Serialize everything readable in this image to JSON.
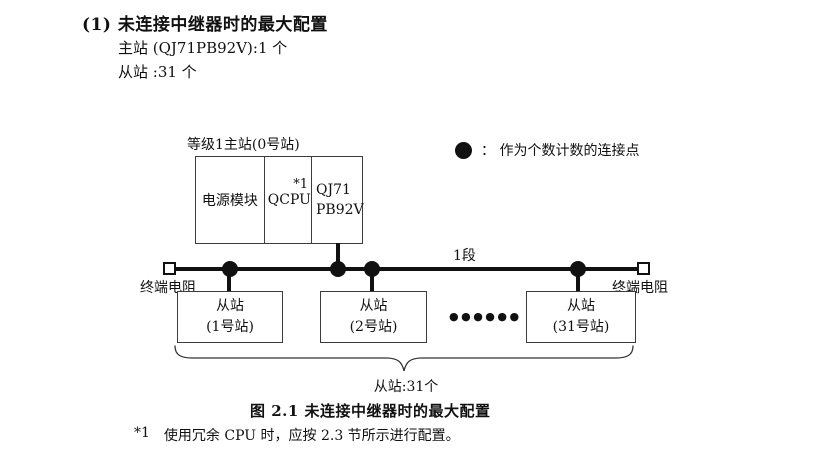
{
  "page": {
    "title": "(1) 未连接中继器时的最大配置",
    "master_count_line": "主站 (QJ71PB92V):1 个",
    "slave_count_line": "从站 :31 个",
    "caption": "图 2.1 未连接中继器时的最大配置",
    "footnote_marker": "*1",
    "footnote_text": "使用冗余 CPU 时，应按 2.3 节所示进行配置。"
  },
  "diagram": {
    "master_label": "等级1主站(0号站)",
    "master_module": {
      "power_supply": "电源模块",
      "cpu": "QCPU",
      "cpu_footnote_ref": "*1",
      "network_module_line1": "QJ71",
      "network_module_line2": "PB92V"
    },
    "legend": {
      "dot_icon": "connection-point-dot",
      "dot_color": "#111111",
      "text": "：  作为个数计数的连接点"
    },
    "segment_label": "1段",
    "left_terminator_label": "终端电阻",
    "right_terminator_label": "终端电阻",
    "slaves": [
      {
        "name": "从站",
        "station": "(1号站)"
      },
      {
        "name": "从站",
        "station": "(2号站)"
      },
      {
        "name": "从站",
        "station": "(31号站)"
      }
    ],
    "ellipsis": "●●●●●●",
    "brace_label": "从站:31个"
  }
}
